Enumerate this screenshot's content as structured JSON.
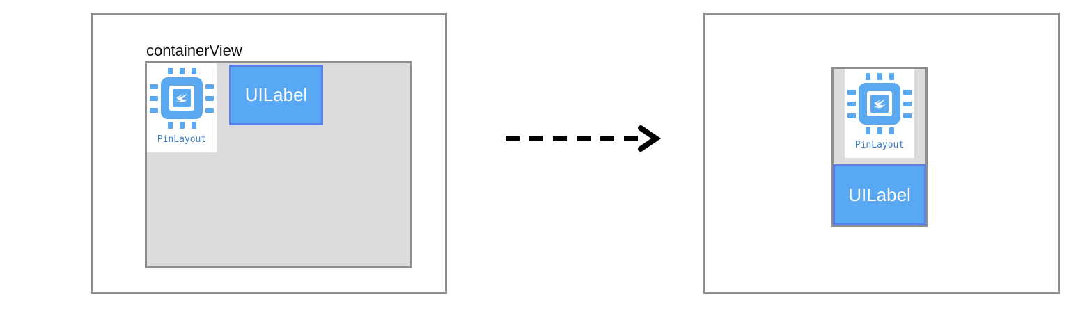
{
  "before": {
    "container_label": "containerView",
    "logo_text": "PinLayout",
    "uilabel_text": "UILabel"
  },
  "after": {
    "logo_text": "PinLayout",
    "uilabel_text": "UILabel"
  },
  "icons": {
    "logo": "pinlayout-chip-icon",
    "arrow": "dashed-arrow-icon"
  },
  "colors": {
    "frame_border": "#8e8e8e",
    "container_fill": "#dcdcde",
    "uilabel_fill": "#58a8f4",
    "uilabel_border": "#5f7fe6",
    "logo_blue": "#5aa8ef"
  }
}
